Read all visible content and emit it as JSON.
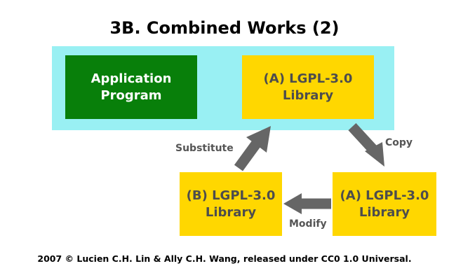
{
  "title": "3B. Combined Works (2)",
  "boxes": {
    "app": {
      "line1": "Application",
      "line2": "Program"
    },
    "lib_a_top": {
      "line1": "(A) LGPL-3.0",
      "line2": "Library"
    },
    "lib_b": {
      "line1": "(B) LGPL-3.0",
      "line2": "Library"
    },
    "lib_a_bottom": {
      "line1": "(A) LGPL-3.0",
      "line2": "Library"
    }
  },
  "labels": {
    "substitute": "Substitute",
    "copy": "Copy",
    "modify": "Modify"
  },
  "footer": "2007 © Lucien C.H. Lin & Ally C.H. Wang, released under CC0 1.0 Universal.",
  "colors": {
    "panel": "#99f0f3",
    "app": "#087f0a",
    "library": "#ffd700",
    "arrow": "#666666"
  }
}
